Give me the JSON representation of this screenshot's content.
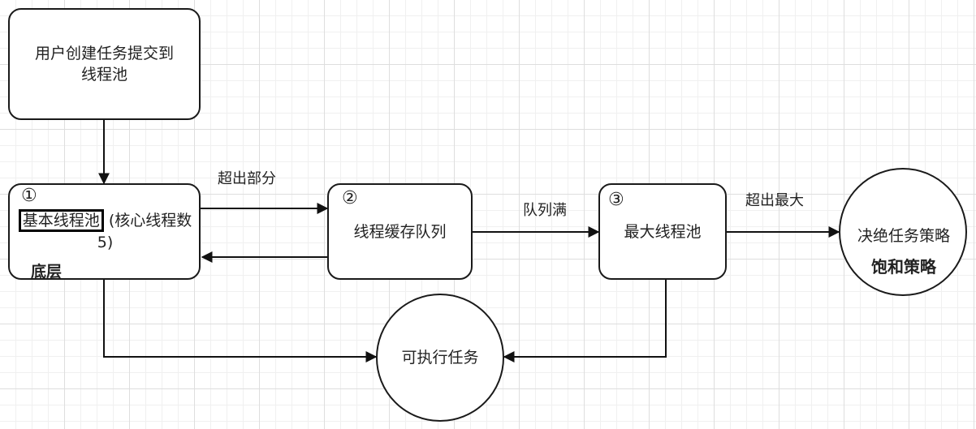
{
  "nodes": {
    "submit": {
      "text": "用户创建任务提交到线程池"
    },
    "basic": {
      "number": "①",
      "highlight": "基本线程池",
      "rest": "(核心线程数 5)",
      "note": "底层"
    },
    "queue": {
      "number": "②",
      "text": "线程缓存队列"
    },
    "max": {
      "number": "③",
      "text": "最大线程池"
    },
    "reject": {
      "text": "决绝任务策略",
      "note": "饱和策略"
    },
    "exec": {
      "text": "可执行任务"
    }
  },
  "edges": {
    "basic_to_queue": "超出部分",
    "queue_to_max": "队列满",
    "max_to_reject": "超出最大"
  }
}
